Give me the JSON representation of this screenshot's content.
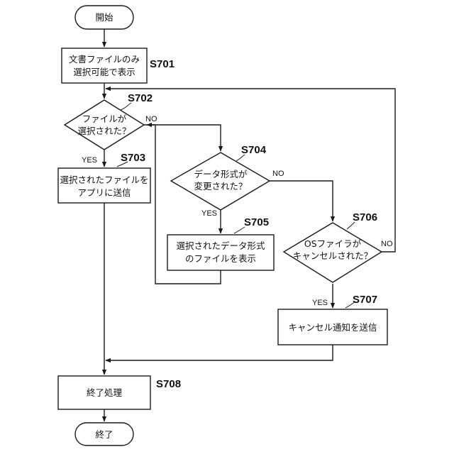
{
  "diagram": {
    "type": "flowchart",
    "nodes": {
      "start": {
        "lines": [
          "開始"
        ]
      },
      "s701": {
        "step": "S701",
        "lines": [
          "文書ファイルのみ",
          "選択可能で表示"
        ]
      },
      "s702": {
        "step": "S702",
        "lines": [
          "ファイルが",
          "選択された？"
        ]
      },
      "s703": {
        "step": "S703",
        "lines": [
          "選択されたファイルを",
          "アプリに送信"
        ]
      },
      "s704": {
        "step": "S704",
        "lines": [
          "データ形式が",
          "変更された？"
        ]
      },
      "s705": {
        "step": "S705",
        "lines": [
          "選択されたデータ形式",
          "のファイルを表示"
        ]
      },
      "s706": {
        "step": "S706",
        "lines": [
          "OSファイラが",
          "キャンセルされた？"
        ]
      },
      "s707": {
        "step": "S707",
        "lines": [
          "キャンセル通知を送信"
        ]
      },
      "s708": {
        "step": "S708",
        "lines": [
          "終了処理"
        ]
      },
      "end": {
        "lines": [
          "終了"
        ]
      }
    },
    "branch_labels": {
      "s702_no": "NO",
      "s702_yes": "YES",
      "s704_no": "NO",
      "s704_yes": "YES",
      "s706_no": "NO",
      "s706_yes": "YES"
    }
  }
}
